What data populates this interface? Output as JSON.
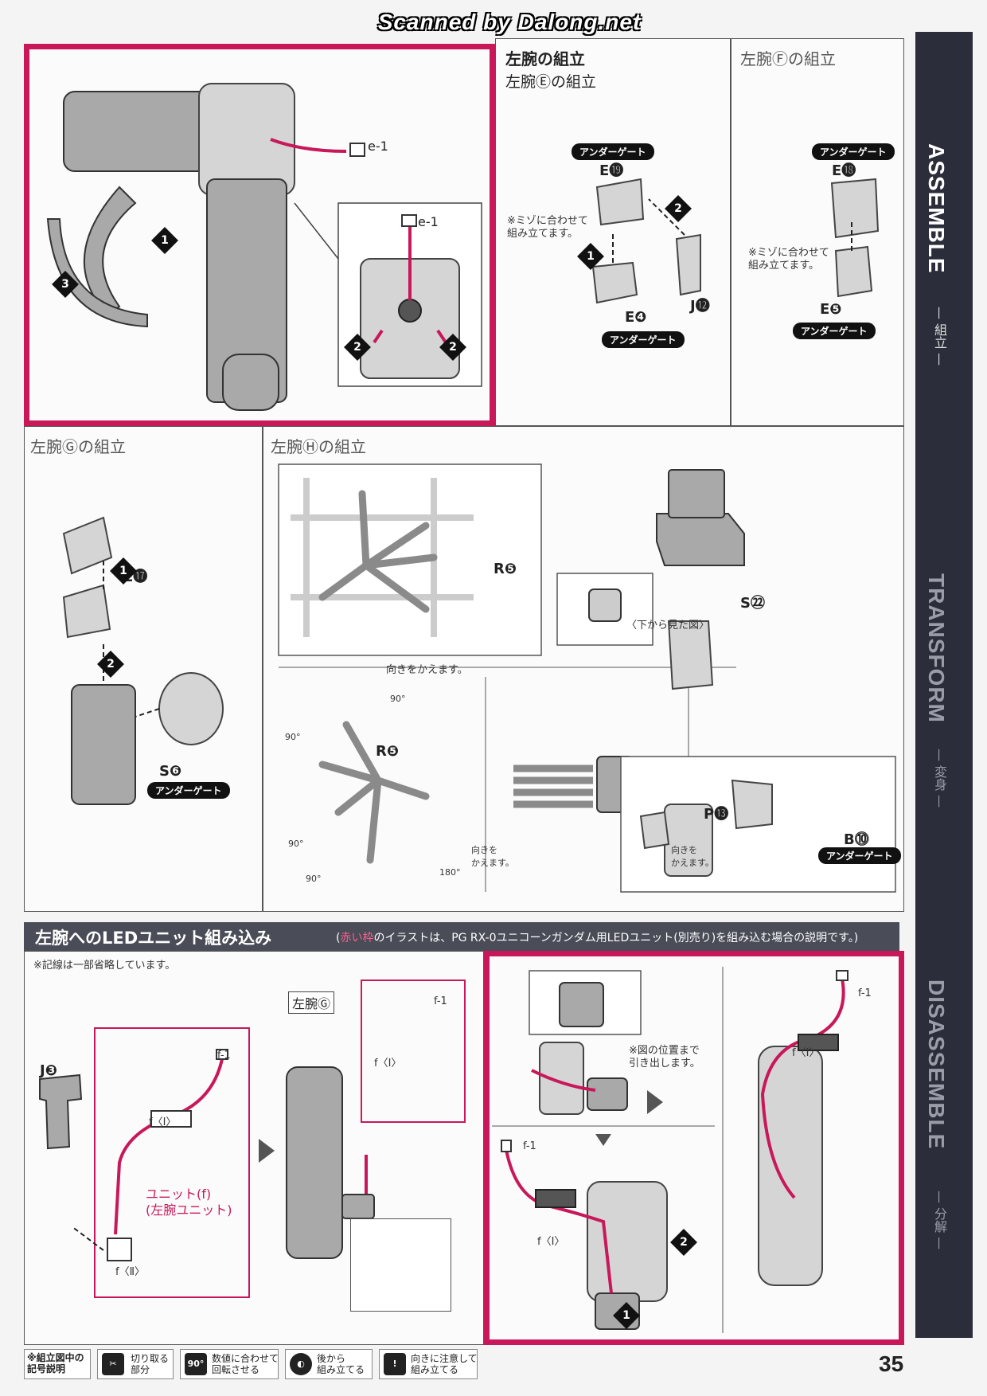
{
  "banner": "Scanned by Dalong.net",
  "page_number": "35",
  "sidebar": {
    "assemble": "ASSEMBLE",
    "assemble_sub": "— 組立 —",
    "transform": "TRANSFORM",
    "transform_sub": "— 変身 —",
    "disassemble": "DISASSEMBLE",
    "disassemble_sub": "— 分解 —"
  },
  "panel1": {
    "e1a": "e-1",
    "e1b": "e-1",
    "step1": "1",
    "step2a": "2",
    "step2b": "2",
    "step3": "3"
  },
  "panel2": {
    "title": "左腕の組立",
    "subtitle": "左腕Ⓔの組立",
    "gate_top": "アンダーゲート",
    "gate_bottom": "アンダーゲート",
    "part_e19": "E⓳",
    "part_e4": "E❹",
    "part_j12": "J⓬",
    "note": "※ミゾに合わせて\n組み立てます。",
    "step1": "1",
    "step2": "2"
  },
  "panel3": {
    "title": "左腕Ⓕの組立",
    "gate_top": "アンダーゲート",
    "gate_bottom": "アンダーゲート",
    "part_e18": "E⓲",
    "part_e5": "E❺",
    "note": "※ミゾに合わせて\n組み立てます。"
  },
  "panel4": {
    "title": "左腕Ⓖの組立",
    "part_e17": "E⓱",
    "part_s6": "S❻",
    "gate": "アンダーゲート",
    "step1": "1",
    "step2": "2"
  },
  "panel5": {
    "title": "左腕Ⓗの組立",
    "part_r5a": "R❺",
    "part_r5b": "R❺",
    "turn": "向きをかえます。",
    "part_s22": "S㉒",
    "bottom_view": "〈下から見た図〉",
    "deg90a": "90°",
    "deg90b": "90°",
    "deg90c": "90°",
    "deg90d": "90°",
    "deg180": "180°",
    "turn2": "向きを\nかえます。",
    "turn3": "向きを\nかえます。",
    "part_p13": "P⓭",
    "part_b10": "B⓾",
    "gate": "アンダーゲート"
  },
  "led": {
    "title": "左腕へのLEDユニット組み込み",
    "note_open": "(",
    "note_hl": "赤い枠",
    "note_rest": "のイラストは、PG RX-0ユニコーンガンダム用LEDユニット(別売り)を組み込む場合の説明です。)",
    "omit": "※記線は一部省略しています。",
    "part_j3": "J❸",
    "f1a": "f-1",
    "fIa": "f〈Ⅰ〉",
    "unit": "ユニット(f)\n(左腕ユニット)",
    "fIIa": "f〈Ⅱ〉",
    "arm_g": "左腕Ⓖ",
    "f1b": "f-1",
    "fIb": "f〈Ⅰ〉",
    "pull": "※図の位置まで\n引き出します。",
    "f1c": "f-1",
    "fIc": "f〈Ⅰ〉",
    "step1": "1",
    "step2": "2",
    "f1d": "f-1",
    "fId": "f〈Ⅰ〉"
  },
  "legend": {
    "head": "※組立図中の\n記号説明",
    "cut": "切り取る\n部分",
    "rotate": "数値に合わせて\n回転させる",
    "rotate_icon": "90°",
    "later": "後から\n組み立てる",
    "caution": "向きに注意して\n組み立てる",
    "caution_icon": "!"
  }
}
